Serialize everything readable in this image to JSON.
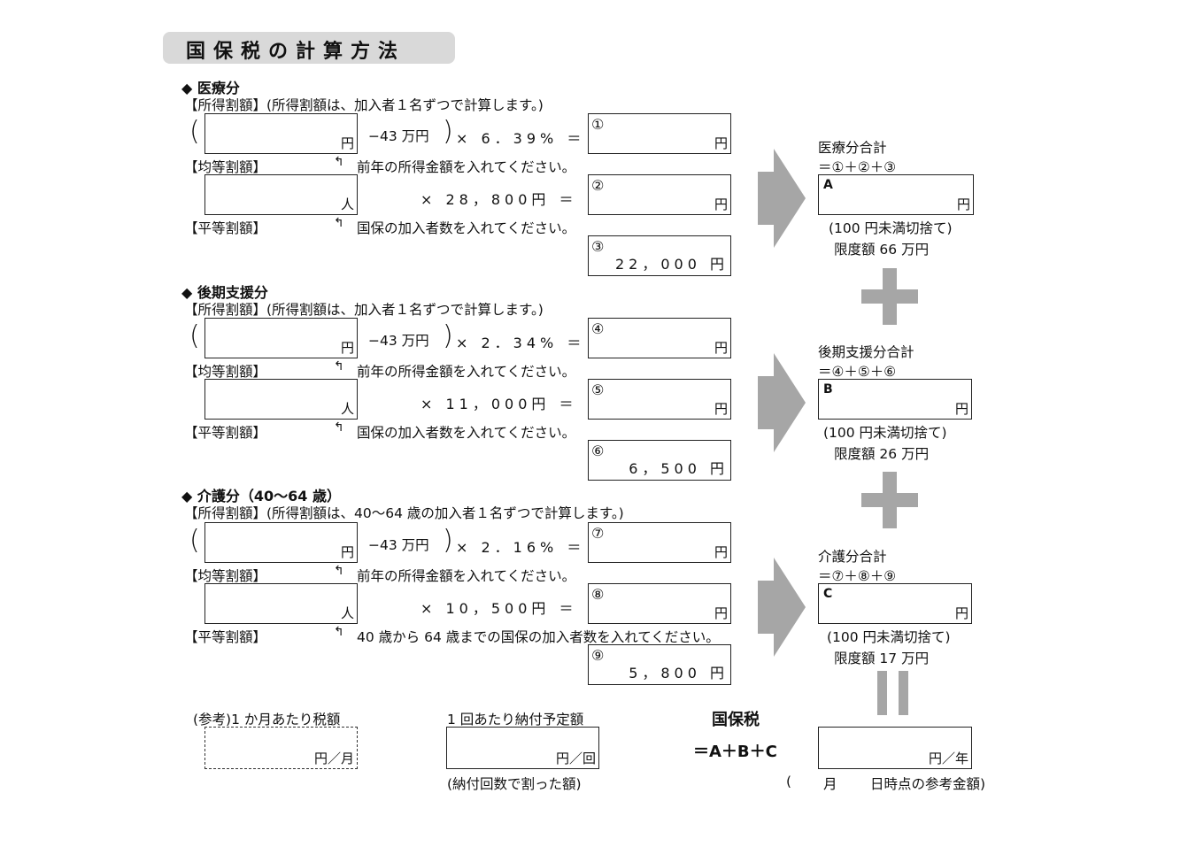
{
  "title": "国保税の計算方法",
  "sections": [
    {
      "heading": "◆ 医療分",
      "income_label": "【所得割額】(所得割額は、加入者１名ずつで計算します。)",
      "per_capita_label": "【均等割額】",
      "flat_label": "【平等割額】",
      "income_unit": "円",
      "deduction": "−43 万円",
      "rate": "× 6．39% ＝",
      "income_hint": "前年の所得金額を入れてください。",
      "per_capita_unit": "人",
      "per_capita_rate": "× 28，800円 ＝",
      "per_capita_hint": "国保の加入者数を入れてください。",
      "r1_mark": "①",
      "r2_mark": "②",
      "r3_mark": "③",
      "result_unit": "円",
      "flat_value": "22，000 円",
      "total_label": "医療分合計",
      "total_formula": "＝①＋②＋③",
      "total_letter": "A",
      "total_unit": "円",
      "rounding": "(100 円未満切捨て)",
      "limit": "限度額 66 万円"
    },
    {
      "heading": "◆ 後期支援分",
      "income_label": "【所得割額】(所得割額は、加入者１名ずつで計算します。)",
      "per_capita_label": "【均等割額】",
      "flat_label": "【平等割額】",
      "income_unit": "円",
      "deduction": "−43 万円",
      "rate": "× 2．34% ＝",
      "income_hint": "前年の所得金額を入れてください。",
      "per_capita_unit": "人",
      "per_capita_rate": "× 11，000円 ＝",
      "per_capita_hint": "国保の加入者数を入れてください。",
      "r1_mark": "④",
      "r2_mark": "⑤",
      "r3_mark": "⑥",
      "result_unit": "円",
      "flat_value": "6，500 円",
      "total_label": "後期支援分合計",
      "total_formula": "＝④＋⑤＋⑥",
      "total_letter": "B",
      "total_unit": "円",
      "rounding": "(100 円未満切捨て)",
      "limit": "限度額 26 万円"
    },
    {
      "heading": "◆ 介護分（40〜64 歳）",
      "income_label": "【所得割額】(所得割額は、40〜64 歳の加入者１名ずつで計算します。)",
      "per_capita_label": "【均等割額】",
      "flat_label": "【平等割額】",
      "income_unit": "円",
      "deduction": "−43 万円",
      "rate": "× 2．16% ＝",
      "income_hint": "前年の所得金額を入れてください。",
      "per_capita_unit": "人",
      "per_capita_rate": "× 10，500円 ＝",
      "per_capita_hint": "40 歳から 64 歳までの国保の加入者数を入れてください。",
      "r1_mark": "⑦",
      "r2_mark": "⑧",
      "r3_mark": "⑨",
      "result_unit": "円",
      "flat_value": "5，800 円",
      "total_label": "介護分合計",
      "total_formula": "＝⑦＋⑧＋⑨",
      "total_letter": "C",
      "total_unit": "円",
      "rounding": "(100 円未満切捨て)",
      "limit": "限度額 17 万円"
    }
  ],
  "footer": {
    "monthly_label": "(参考)1 か月あたり税額",
    "monthly_unit": "円／月",
    "installment_label": "1 回あたり納付予定額",
    "installment_unit": "円／回",
    "installment_note": "(納付回数で割った額)",
    "tax_label": "国保税",
    "tax_formula": "＝A＋B＋C",
    "annual_unit": "円／年",
    "date_paren": "(",
    "date_month": "月",
    "date_note": "日時点の参考金額)"
  },
  "colors": {
    "arrow": "#a6a6a6",
    "title_bg": "#d9d9d9"
  }
}
